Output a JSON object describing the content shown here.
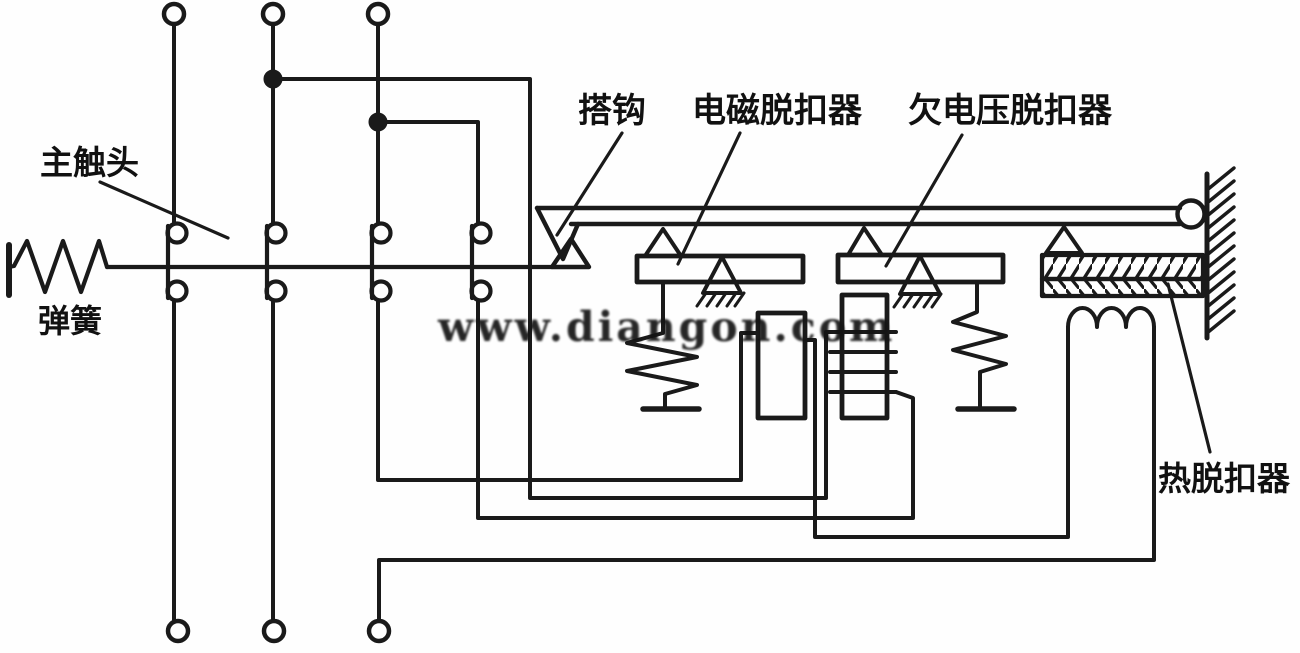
{
  "labels": {
    "main_contact": "主触头",
    "spring": "弹簧",
    "latch_hook": "搭钩",
    "electromagnetic_release": "电磁脱扣器",
    "undervoltage_release": "欠电压脱扣器",
    "thermal_release": "热脱扣器"
  },
  "watermark": {
    "text": "www.diangon.com"
  },
  "colors": {
    "line": "#1a1a1a",
    "label": "#111111",
    "background": "#fefefe"
  }
}
